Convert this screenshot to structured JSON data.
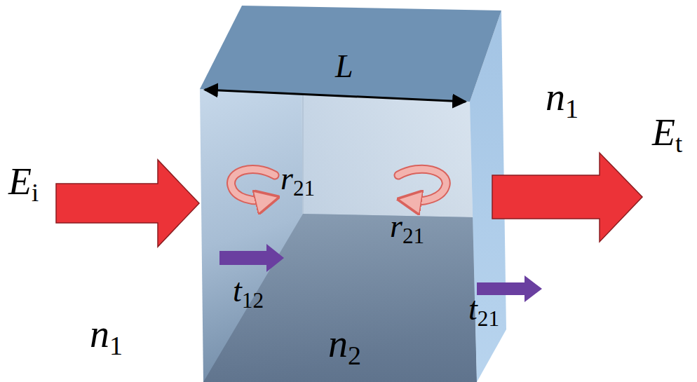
{
  "diagram": {
    "labels": [
      "L",
      "n1",
      "Ei",
      "r21",
      "r21",
      "Et",
      "t12",
      "t21",
      "n1",
      "n2"
    ]
  }
}
